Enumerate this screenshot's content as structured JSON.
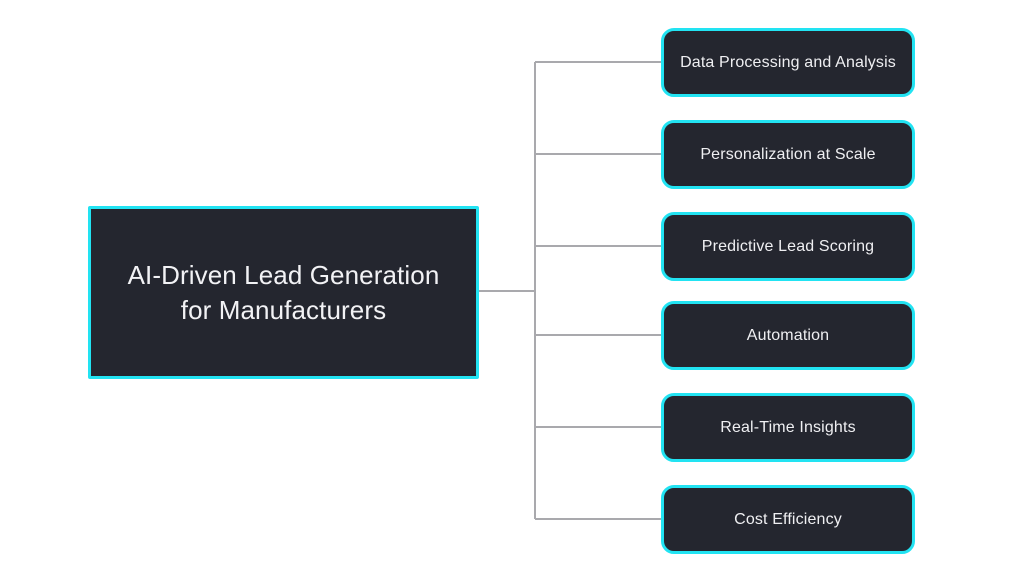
{
  "diagram": {
    "type": "tree-mindmap",
    "background_color": "#ffffff",
    "node_fill_color": "#24262F",
    "node_border_color": "#22E3F2",
    "node_text_color": "#EFEFF2",
    "connector_color": "#A9A9AD",
    "root": {
      "label": "AI-Driven Lead Generation\nfor Manufacturers",
      "line1": "AI-Driven Lead Generation",
      "line2": "for Manufacturers"
    },
    "branches": [
      {
        "label": "Data Processing and Analysis"
      },
      {
        "label": "Personalization at Scale"
      },
      {
        "label": "Predictive Lead Scoring"
      },
      {
        "label": "Automation"
      },
      {
        "label": "Real-Time Insights"
      },
      {
        "label": "Cost Efficiency"
      }
    ]
  }
}
